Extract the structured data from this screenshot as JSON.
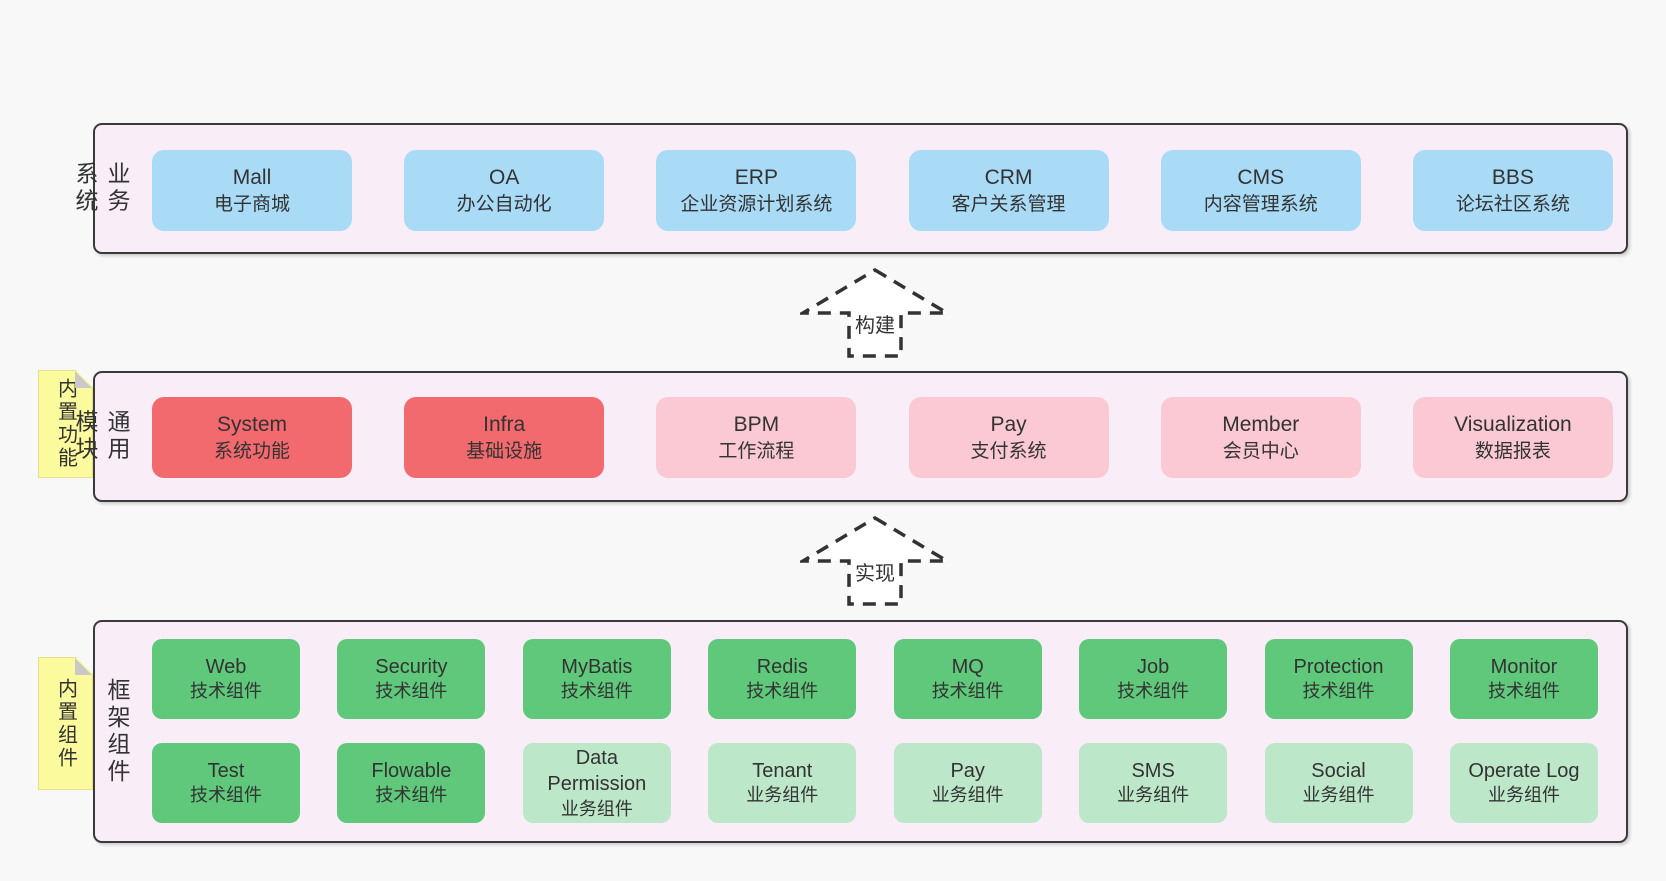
{
  "colors": {
    "background": "#f8f8f8",
    "container_fill": "#f9edf7",
    "container_border": "#3a3a3a",
    "blue": "#a9dbf7",
    "red": "#f2696e",
    "pink": "#fbc9d4",
    "green_dark": "#5fc87a",
    "green_light": "#bde7c9",
    "tab_yellow": "#fbfa9c",
    "tab_fold_gray": "#c9c9c9",
    "text": "#333333"
  },
  "arrows": [
    {
      "label": "构建"
    },
    {
      "label": "实现"
    }
  ],
  "layers": [
    {
      "id": "business-systems",
      "label": "业务系统",
      "boxes": [
        {
          "name": "Mall",
          "desc": "电子商城",
          "type": "blue"
        },
        {
          "name": "OA",
          "desc": "办公自动化",
          "type": "blue"
        },
        {
          "name": "ERP",
          "desc": "企业资源计划系统",
          "type": "blue"
        },
        {
          "name": "CRM",
          "desc": "客户关系管理",
          "type": "blue"
        },
        {
          "name": "CMS",
          "desc": "内容管理系统",
          "type": "blue"
        },
        {
          "name": "BBS",
          "desc": "论坛社区系统",
          "type": "blue"
        }
      ]
    },
    {
      "id": "common-modules",
      "label": "通用模块",
      "tab": "内置功能",
      "boxes": [
        {
          "name": "System",
          "desc": "系统功能",
          "type": "red"
        },
        {
          "name": "Infra",
          "desc": "基础设施",
          "type": "red"
        },
        {
          "name": "BPM",
          "desc": "工作流程",
          "type": "pink"
        },
        {
          "name": "Pay",
          "desc": "支付系统",
          "type": "pink"
        },
        {
          "name": "Member",
          "desc": "会员中心",
          "type": "pink"
        },
        {
          "name": "Visualization",
          "desc": "数据报表",
          "type": "pink"
        }
      ]
    },
    {
      "id": "framework-components",
      "label": "框架组件",
      "tab": "内置组件",
      "rows": [
        [
          {
            "name": "Web",
            "desc": "技术组件",
            "type": "green-dark"
          },
          {
            "name": "Security",
            "desc": "技术组件",
            "type": "green-dark"
          },
          {
            "name": "MyBatis",
            "desc": "技术组件",
            "type": "green-dark"
          },
          {
            "name": "Redis",
            "desc": "技术组件",
            "type": "green-dark"
          },
          {
            "name": "MQ",
            "desc": "技术组件",
            "type": "green-dark"
          },
          {
            "name": "Job",
            "desc": "技术组件",
            "type": "green-dark"
          },
          {
            "name": "Protection",
            "desc": "技术组件",
            "type": "green-dark"
          },
          {
            "name": "Monitor",
            "desc": "技术组件",
            "type": "green-dark"
          }
        ],
        [
          {
            "name": "Test",
            "desc": "技术组件",
            "type": "green-dark"
          },
          {
            "name": "Flowable",
            "desc": "技术组件",
            "type": "green-dark"
          },
          {
            "name": "Data Permission",
            "desc": "业务组件",
            "type": "green-light"
          },
          {
            "name": "Tenant",
            "desc": "业务组件",
            "type": "green-light"
          },
          {
            "name": "Pay",
            "desc": "业务组件",
            "type": "green-light"
          },
          {
            "name": "SMS",
            "desc": "业务组件",
            "type": "green-light"
          },
          {
            "name": "Social",
            "desc": "业务组件",
            "type": "green-light"
          },
          {
            "name": "Operate Log",
            "desc": "业务组件",
            "type": "green-light"
          }
        ]
      ]
    }
  ]
}
